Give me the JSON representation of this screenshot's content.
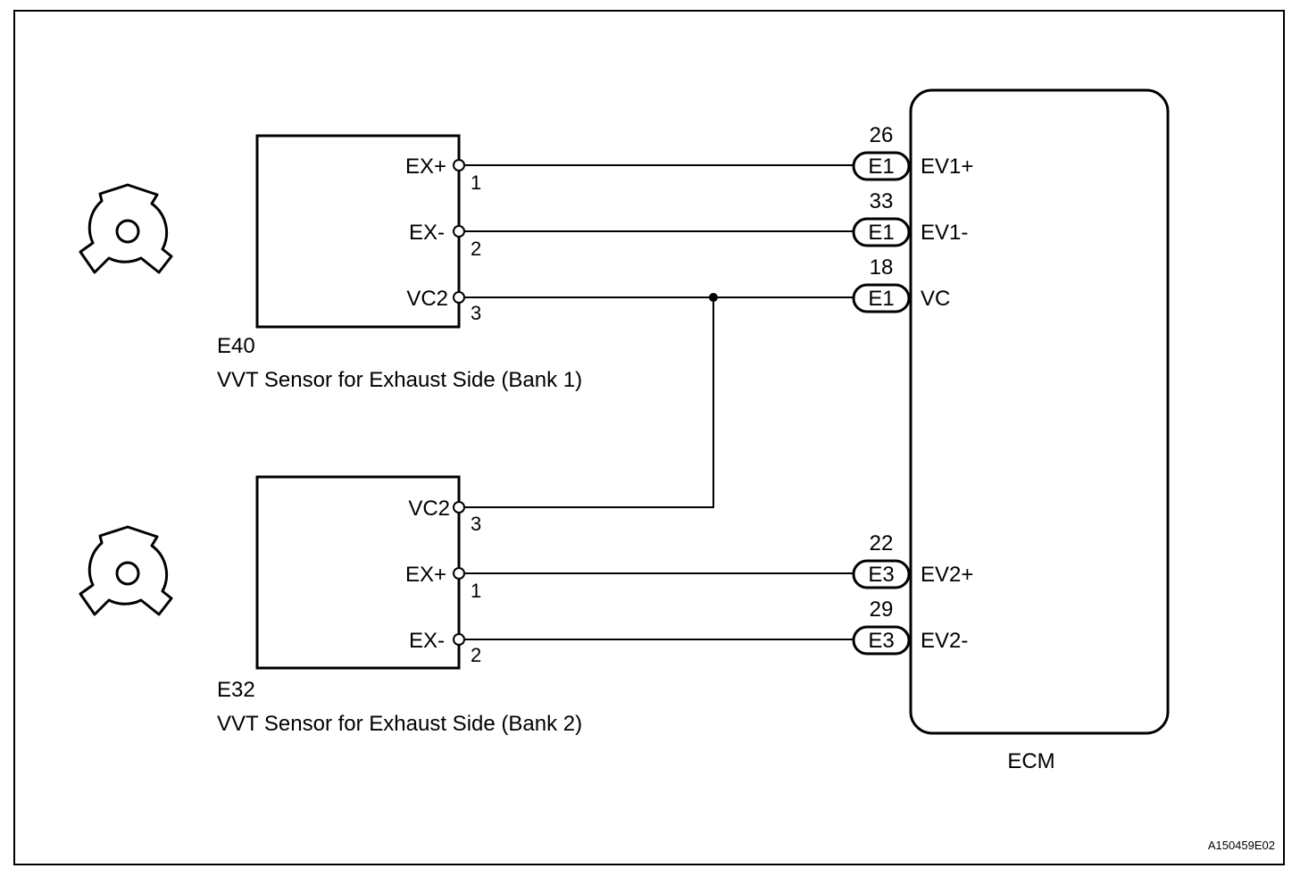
{
  "diagram": {
    "figure_id": "A150459E02",
    "ecm": {
      "label": "ECM"
    },
    "sensor_bank1": {
      "code": "E40",
      "name": "VVT Sensor for Exhaust Side (Bank 1)",
      "pins": [
        {
          "signal": "EX+",
          "number": "1"
        },
        {
          "signal": "EX-",
          "number": "2"
        },
        {
          "signal": "VC2",
          "number": "3"
        }
      ]
    },
    "sensor_bank2": {
      "code": "E32",
      "name": "VVT Sensor for Exhaust Side (Bank 2)",
      "pins": [
        {
          "signal": "VC2",
          "number": "3"
        },
        {
          "signal": "EX+",
          "number": "1"
        },
        {
          "signal": "EX-",
          "number": "2"
        }
      ]
    },
    "ecm_terminals": [
      {
        "pin": "26",
        "connector": "E1",
        "signal": "EV1+"
      },
      {
        "pin": "33",
        "connector": "E1",
        "signal": "EV1-"
      },
      {
        "pin": "18",
        "connector": "E1",
        "signal": "VC"
      },
      {
        "pin": "22",
        "connector": "E3",
        "signal": "EV2+"
      },
      {
        "pin": "29",
        "connector": "E3",
        "signal": "EV2-"
      }
    ]
  }
}
